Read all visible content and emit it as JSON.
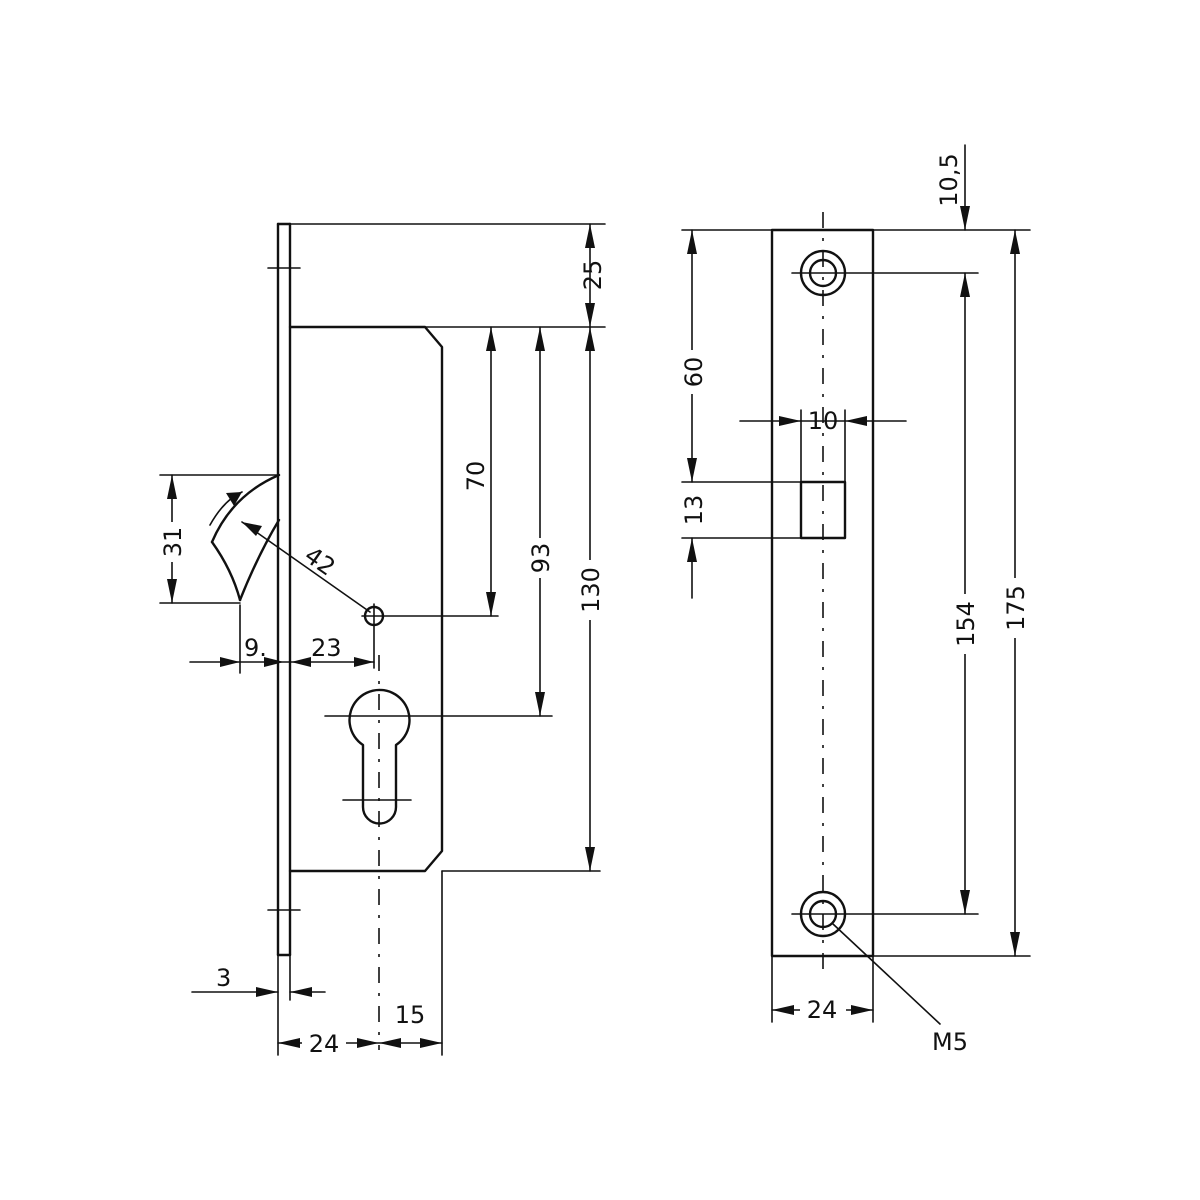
{
  "lock_body_view": {
    "dimensions": {
      "d25": "25",
      "d70": "70",
      "d93": "93",
      "d130": "130",
      "d31": "31",
      "d42": "42",
      "d9": "9.",
      "d23": "23",
      "d3": "3",
      "d24": "24",
      "d15": "15"
    }
  },
  "faceplate_view": {
    "dimensions": {
      "d10_5": "10,5",
      "d60": "60",
      "d10": "10",
      "d13": "13",
      "d154": "154",
      "d175": "175",
      "d24": "24"
    },
    "thread_label": "M5"
  }
}
